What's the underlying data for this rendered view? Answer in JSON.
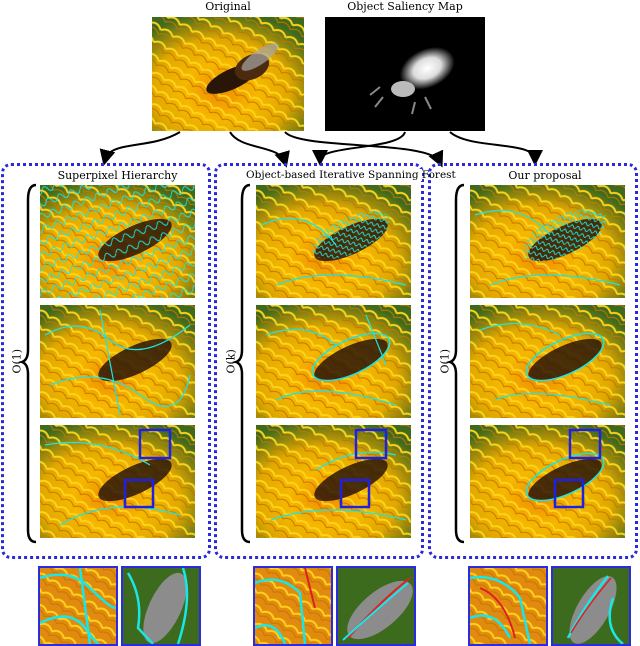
{
  "top": {
    "original_label": "Original",
    "saliency_label": "Object Saliency Map"
  },
  "panels": [
    {
      "title": "Superpixel Hierarchy",
      "complexity": "O(1)"
    },
    {
      "title": "Object-based Iterative Spanning Forest",
      "complexity": "O(k)"
    },
    {
      "title": "Our proposal",
      "complexity": "O(1)"
    }
  ],
  "colors": {
    "panel_border": "#2a2ad6",
    "boundary": "#19e6e6",
    "highlight_box": "#2020e0",
    "boundary_red": "#e02020",
    "petal": "#f2b705",
    "background_green": "#3d6b1e"
  }
}
